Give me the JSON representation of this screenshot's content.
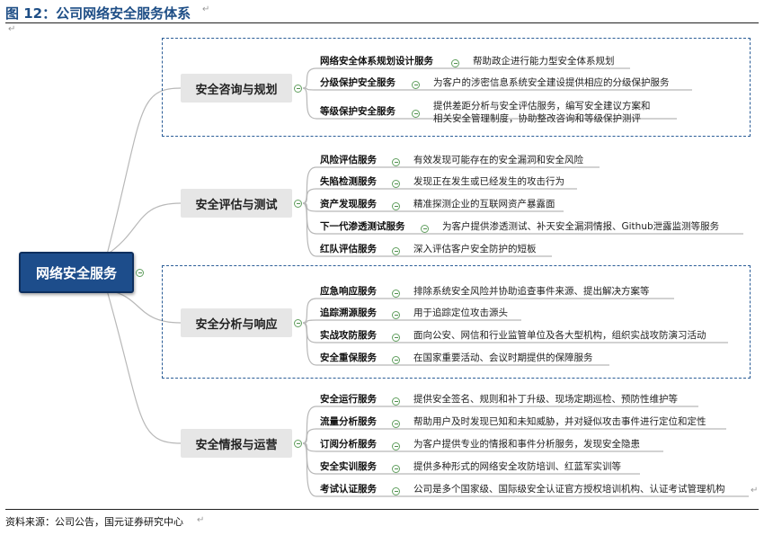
{
  "figure": {
    "title": "图 12：公司网络安全服务体系",
    "source": "资料来源：公司公告，国元证券研究中心"
  },
  "mindmap": {
    "root": "网络安全服务",
    "categories": [
      {
        "label": "安全咨询与规划",
        "items": [
          {
            "label": "网络安全体系规划设计服务",
            "desc": "帮助政企进行能力型安全体系规划"
          },
          {
            "label": "分级保护安全服务",
            "desc": "为客户的涉密信息系统安全建设提供相应的分级保护服务"
          },
          {
            "label": "等级保护安全服务",
            "desc": "提供差距分析与安全评估服务，编写安全建议方案和",
            "desc2": "相关安全管理制度，协助整改咨询和等级保护测评"
          }
        ]
      },
      {
        "label": "安全评估与测试",
        "items": [
          {
            "label": "风险评估服务",
            "desc": "有效发现可能存在的安全漏洞和安全风险"
          },
          {
            "label": "失陷检测服务",
            "desc": "发现正在发生或已经发生的攻击行为"
          },
          {
            "label": "资产发现服务",
            "desc": "精准探测企业的互联网资产暴露面"
          },
          {
            "label": "下一代渗透测试服务",
            "desc": "为客户提供渗透测试、补天安全漏洞情报、Github泄露监测等服务"
          },
          {
            "label": "红队评估服务",
            "desc": "深入评估客户安全防护的短板"
          }
        ]
      },
      {
        "label": "安全分析与响应",
        "items": [
          {
            "label": "应急响应服务",
            "desc": "排除系统安全风险并协助追查事件来源、提出解决方案等"
          },
          {
            "label": "追踪溯源服务",
            "desc": "用于追踪定位攻击源头"
          },
          {
            "label": "实战攻防服务",
            "desc": "面向公安、网信和行业监管单位及各大型机构，组织实战攻防演习活动"
          },
          {
            "label": "安全重保服务",
            "desc": "在国家重要活动、会议时期提供的保障服务"
          }
        ]
      },
      {
        "label": "安全情报与运营",
        "items": [
          {
            "label": "安全运行服务",
            "desc": "提供安全签名、规则和补丁升级、现场定期巡检、预防性维护等"
          },
          {
            "label": "流量分析服务",
            "desc": "帮助用户及时发现已知和未知威胁，并对疑似攻击事件进行定位和定性"
          },
          {
            "label": "订阅分析服务",
            "desc": "为客户提供专业的情报和事件分析服务，发现安全隐患"
          },
          {
            "label": "安全实训服务",
            "desc": "提供多种形式的网络安全攻防培训、红蓝军实训等"
          },
          {
            "label": "考试认证服务",
            "desc": "公司是多个国家级、国际级安全认证官方授权培训机构、认证考试管理机构"
          }
        ]
      }
    ]
  },
  "colors": {
    "title": "#1e4e86",
    "root_fill": "#1d4d8b",
    "category_fill": "#e6e6e6",
    "dashed_border": "#2b5d97",
    "connector": "#b8b8b8",
    "collapse_icon": "#4f8f4c"
  }
}
